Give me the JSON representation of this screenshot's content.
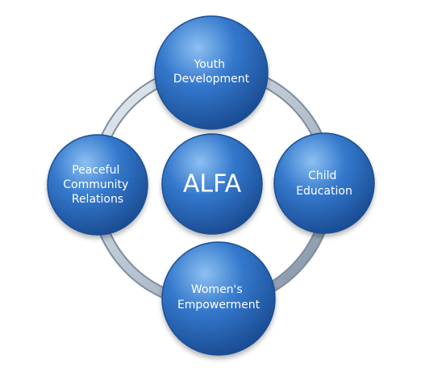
{
  "diagram": {
    "center": {
      "label": "ALFA"
    },
    "nodes": [
      {
        "id": "youth",
        "lines": [
          "Youth",
          "Development"
        ]
      },
      {
        "id": "child",
        "lines": [
          "Child",
          "Education"
        ]
      },
      {
        "id": "women",
        "lines": [
          "Women's",
          "Empowerment"
        ]
      },
      {
        "id": "peace",
        "lines": [
          "Peaceful",
          "Community",
          "Relations"
        ]
      }
    ],
    "colors": {
      "node_fill_light": "#7fb3ea",
      "node_fill_mid": "#2f6fc0",
      "node_fill_dark": "#194a8f",
      "node_stroke": "#1a4f96",
      "ring_light": "#dfe6ee",
      "ring_dark": "#8797aa",
      "text": "#ffffff"
    }
  }
}
